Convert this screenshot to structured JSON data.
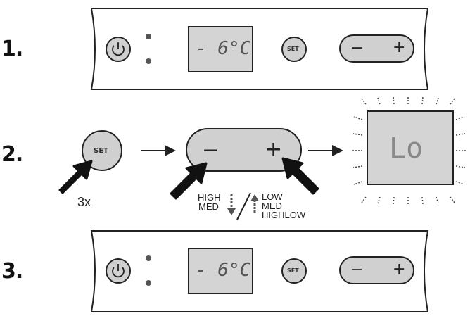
{
  "steps": [
    {
      "number": "1.",
      "display": "- 6°C",
      "set_label": "SET",
      "minus_label": "−",
      "plus_label": "+"
    },
    {
      "number": "2.",
      "set_label": "SET",
      "press_count": "3x",
      "minus_label": "−",
      "plus_label": "+",
      "down_sequence": [
        "HIGH",
        "MED"
      ],
      "up_sequence": [
        "LOW",
        "MED",
        "HIGHLOW"
      ],
      "display": "Lo"
    },
    {
      "number": "3.",
      "display": "- 6°C",
      "set_label": "SET",
      "minus_label": "−",
      "plus_label": "+"
    }
  ],
  "colors": {
    "lcd_fill": "#d4d4d4",
    "button_fill": "#d0d0d0",
    "panel_fill": "#ffffff",
    "stroke": "#222222"
  },
  "icons": [
    "power-icon",
    "indicator-led-icon",
    "press-arrow-icon",
    "flow-arrow-icon",
    "down-arrow-icon",
    "up-arrow-icon",
    "blink-rays-icon"
  ]
}
